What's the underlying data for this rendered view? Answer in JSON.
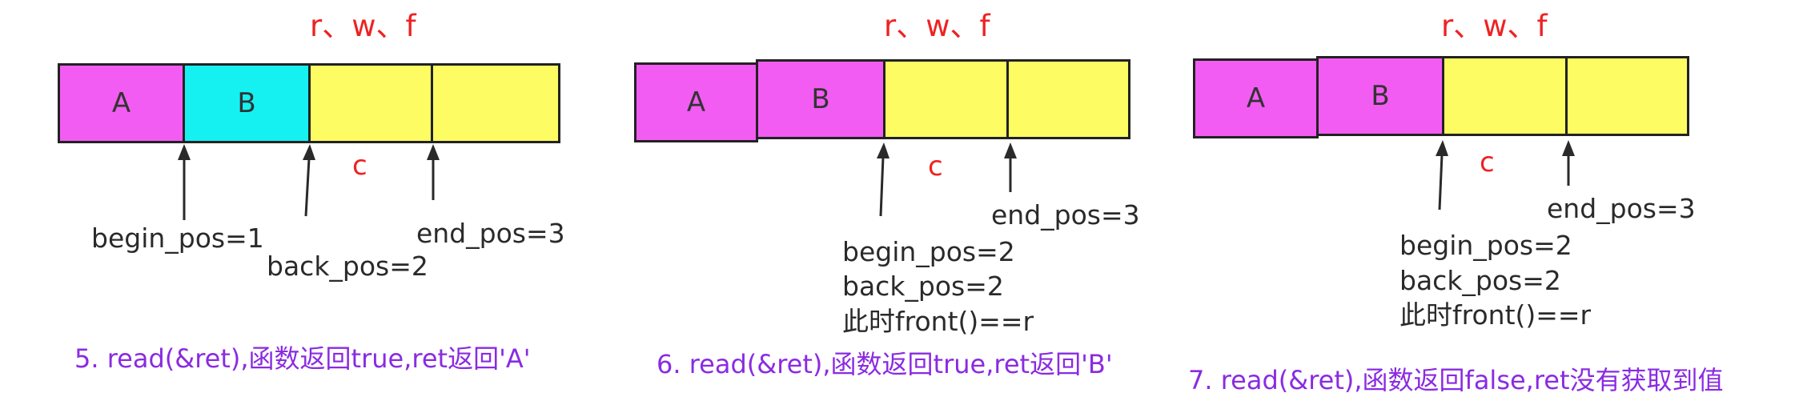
{
  "panels": [
    {
      "header": "r、w、f",
      "cells": [
        "A",
        "B",
        "",
        ""
      ],
      "colors": [
        "#f35cf3",
        "#15f1f1",
        "#fdfd63",
        "#fdfd63"
      ],
      "c_label": "c",
      "begin_pos": "begin_pos=1",
      "back_pos": "back_pos=2",
      "end_pos": "end_pos=3",
      "caption": "5. read(&ret),函数返回true,ret返回'A'"
    },
    {
      "header": "r、w、f",
      "cells": [
        "A",
        "B",
        "",
        ""
      ],
      "colors": [
        "#f35cf3",
        "#f35cf3",
        "#fdfd63",
        "#fdfd63"
      ],
      "c_label": "c",
      "end_pos": "end_pos=3",
      "begin_pos": "begin_pos=2",
      "back_pos": "back_pos=2",
      "front_note": "此时front()==r",
      "caption": "6. read(&ret),函数返回true,ret返回'B'"
    },
    {
      "header": "r、w、f",
      "cells": [
        "A",
        "B",
        "",
        ""
      ],
      "colors": [
        "#f35cf3",
        "#f35cf3",
        "#fdfd63",
        "#fdfd63"
      ],
      "c_label": "c",
      "end_pos": "end_pos=3",
      "begin_pos": "begin_pos=2",
      "back_pos": "back_pos=2",
      "front_note": "此时front()==r",
      "caption": "7. read(&ret),函数返回false,ret没有获取到值"
    }
  ]
}
